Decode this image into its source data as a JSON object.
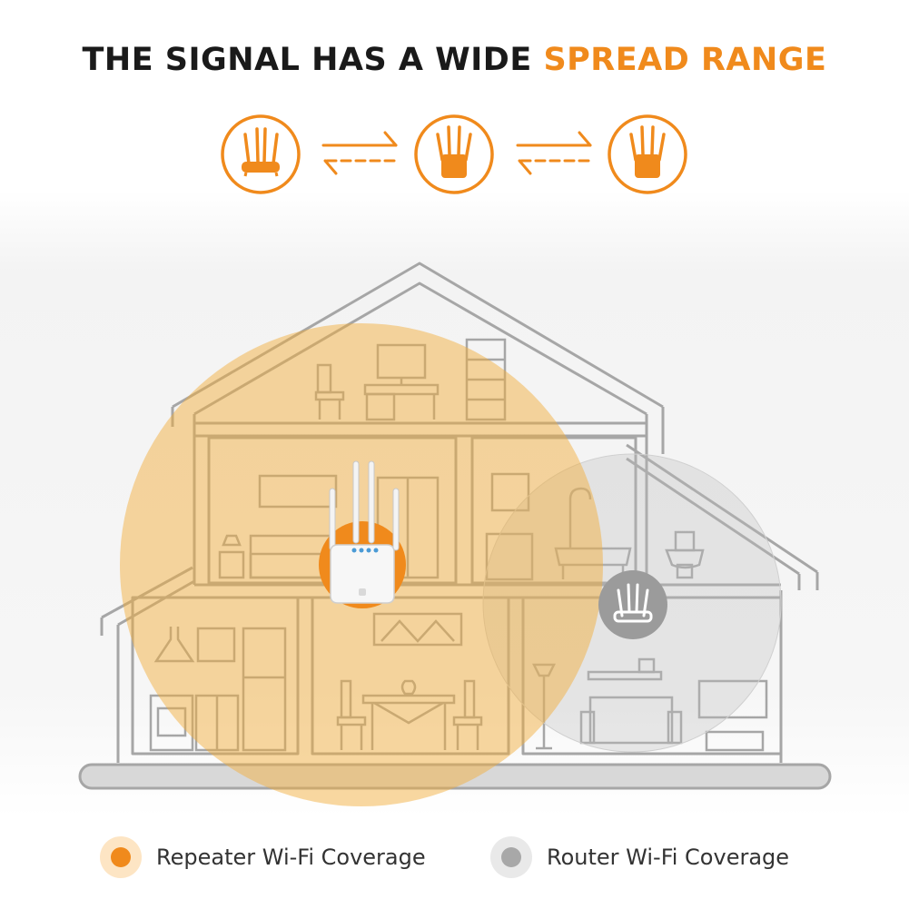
{
  "title": {
    "part1": "THE SIGNAL HAS A WIDE ",
    "part2": "SPREAD RANGE"
  },
  "colors": {
    "accent": "#f08a1c",
    "repeater_coverage": "#f3b548",
    "router_coverage": "#c9c9c9",
    "house_line": "#9c9c9c",
    "title_text": "#1a1a1a"
  },
  "signal_chain": {
    "devices": [
      "router-icon",
      "repeater-icon",
      "repeater-icon"
    ],
    "connectors": [
      "bidirectional-arrows-icon",
      "bidirectional-arrows-icon"
    ]
  },
  "legend": {
    "repeater_label": "Repeater Wi-Fi Coverage",
    "router_label": "Router Wi-Fi Coverage"
  }
}
